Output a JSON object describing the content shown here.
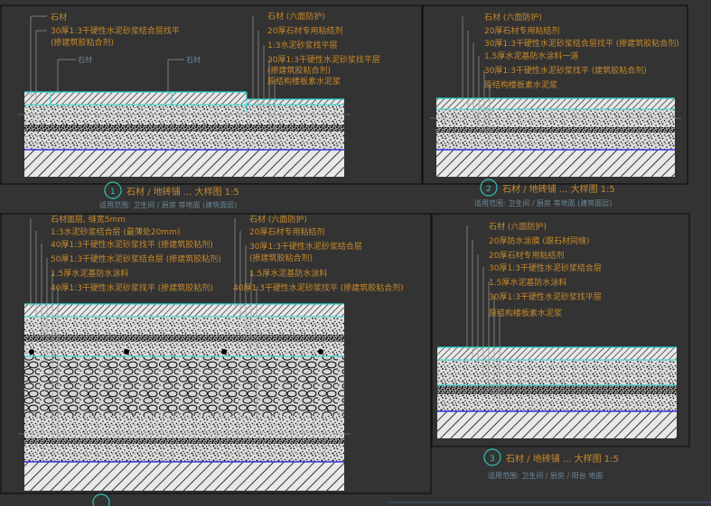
{
  "colors": {
    "background": "#333333",
    "frame": "#111111",
    "hatch": "#0a0a0a",
    "cyan_line": "#27d8d0",
    "blue_line": "#3434e8",
    "text_orange": "#c8892a",
    "text_blue": "#6c8799",
    "leader": "#9a9a9a"
  },
  "panels": {
    "tl": {
      "labels_left": [
        "石材",
        "30厚1:3干硬性水泥砂浆结合层找平",
        "(掺建筑胶粘合剂)"
      ],
      "labels_right": [
        "石材 (六面防护)",
        "20厚石材专用粘结剂",
        "1:3水泥砂浆找平层",
        "30厚1:3干硬性水泥砂浆找平层",
        "(掺建筑胶粘合剂)",
        "原结构楼板素水泥浆"
      ],
      "mid_labels": [
        "石材",
        "石材"
      ]
    },
    "tr": {
      "labels": [
        "石材 (六面防护)",
        "20厚石材专用粘结剂",
        "30厚1:3干硬性水泥砂浆结合层找平 (掺建筑胶粘合剂)",
        "1.5厚水泥基防水涂料一道",
        "30厚1:3干硬性水泥砂浆找平 (建筑胶粘合剂)",
        "原结构楼板素水泥浆"
      ]
    },
    "bl": {
      "labels_left": [
        "石材面层, 缝宽5mm",
        "1:3水泥砂浆结合层 (最薄处20mm)",
        "40厚1:3干硬性水泥砂浆找平 (掺建筑胶粘剂)",
        "50厚1:3干硬性水泥砂浆结合层 (掺建筑胶粘剂)",
        "1.5厚水泥基防水涂料",
        "40厚1:3干硬性水泥砂浆找平 (掺建筑胶粘剂)"
      ],
      "labels_right": [
        "石材 (六面防护)",
        "20厚石材专用粘结剂",
        "30厚1:3干硬性水泥砂浆结合层",
        "(掺建筑胶粘合剂)",
        "1.5厚水泥基防水涂料",
        "40厚1:3干硬性水泥砂浆找平 (掺建筑胶粘合剂)"
      ]
    },
    "br": {
      "labels": [
        "石材 (六面防护)",
        "20厚防水涂膜 (跟石材同缝)",
        "20厚石材专用粘结剂",
        "30厚1:3干硬性水泥砂浆结合层",
        "1.5厚水泥基防水涂料",
        "30厚1:3干硬性水泥砂浆找平层",
        "原结构楼板素水泥浆"
      ]
    }
  },
  "captions": [
    {
      "num": "1",
      "title": "石材 / 地砖铺 ... 大样图 1:5",
      "sub": "适用范围: 卫生间 / 厨房 等地面 (建筑面层)"
    },
    {
      "num": "2",
      "title": "石材 / 地砖铺 ... 大样图 1:5",
      "sub": "适用范围: 卫生间 / 厨房 等地面 (建筑面层)"
    },
    {
      "num": "3",
      "title": "石材 / 地砖铺 ... 大样图 1:5",
      "sub": "适用范围: 卫生间 / 厨房 / 阳台 地面"
    }
  ]
}
